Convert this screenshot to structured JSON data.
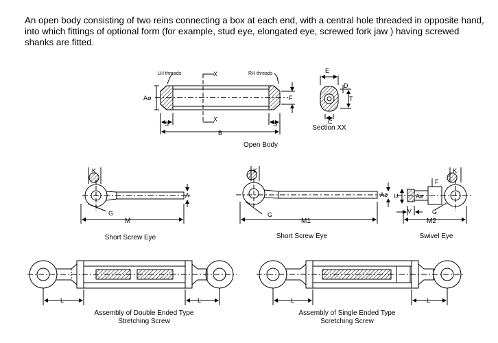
{
  "intro": "An open body consisting of two reins connecting a box at each end, with a central hole threaded in opposite hand, into which fittings of optional form (for example, stud eye, elongated eye, screwed fork jaw ) having screwed shanks are fitted.",
  "open_body": {
    "caption": "Open Body",
    "lh_label": "LH threads",
    "rh_label": "RH threads",
    "dims": {
      "x_top": "X",
      "x_bot": "X",
      "a": "Aø",
      "f": "F",
      "s_left": "S",
      "s_right": "S",
      "b": "B"
    }
  },
  "section": {
    "caption": "Section XX",
    "dims": {
      "e": "E",
      "d": "D",
      "t": "T",
      "c": "C"
    }
  },
  "short_eye": {
    "caption": "Short Screw Eye",
    "dims": {
      "k": "K",
      "a": "A",
      "g": "G",
      "m": "M"
    }
  },
  "short_eye2": {
    "caption": "Short Screw Eye",
    "dims": {
      "k": "K",
      "a": "Aø",
      "g": "G",
      "m": "M1"
    }
  },
  "swivel_eye": {
    "caption": "Swivel Eye",
    "dims": {
      "k": "K",
      "f": "F",
      "u": "U",
      "a": "Aø",
      "v": "V",
      "g": "G",
      "m": "M2"
    }
  },
  "assembly_double": {
    "caption_line1": "Assembly of Double Ended Type",
    "caption_line2": "Stretching Screw",
    "l_left": "L",
    "l_right": "L"
  },
  "assembly_single": {
    "caption_line1": "Assembly of Single Ended Type",
    "caption_line2": "Scretching Screw",
    "l_left": "L",
    "l_right": "L"
  }
}
